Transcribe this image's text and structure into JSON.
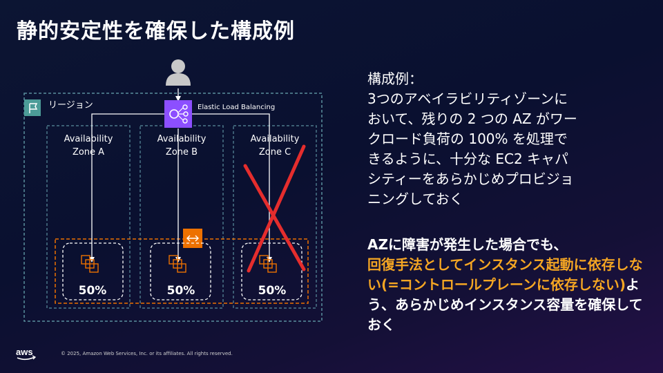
{
  "title": "静的安定性を確保した構成例",
  "diagram": {
    "region_label": "リージョン",
    "elb_label": "Elastic Load Balancing",
    "azs": [
      {
        "line1": "Availability",
        "line2": "Zone A",
        "capacity": "50%"
      },
      {
        "line1": "Availability",
        "line2": "Zone B",
        "capacity": "50%"
      },
      {
        "line1": "Availability",
        "line2": "Zone C",
        "capacity": "50%"
      }
    ],
    "colors": {
      "region_border": "#5a8f9e",
      "elb": "#8c4fff",
      "autoscaling": "#ed7100",
      "cross": "#e52d2d"
    }
  },
  "body": {
    "heading": "構成例：",
    "lines": [
      "3つのアベイラビリティゾーンに",
      "おいて、残りの 2 つの AZ がワー",
      "クロード負荷の 100% を処理で",
      "きるように、十分な EC2 キャパ",
      "シティーをあらかじめプロビジョ",
      "ニングしておく"
    ],
    "para2_white1": "AZに障害が発生した場合でも、",
    "para2_orange": "回復手法としてインスタンス起動に依存しない(=コントロールプレーンに依存しない)",
    "para2_white2": "よう、あらかじめインスタンス容量を確保しておく"
  },
  "footer": {
    "logo_text": "aws",
    "copyright": "© 2025, Amazon Web Services, Inc. or its affiliates. All rights reserved."
  }
}
